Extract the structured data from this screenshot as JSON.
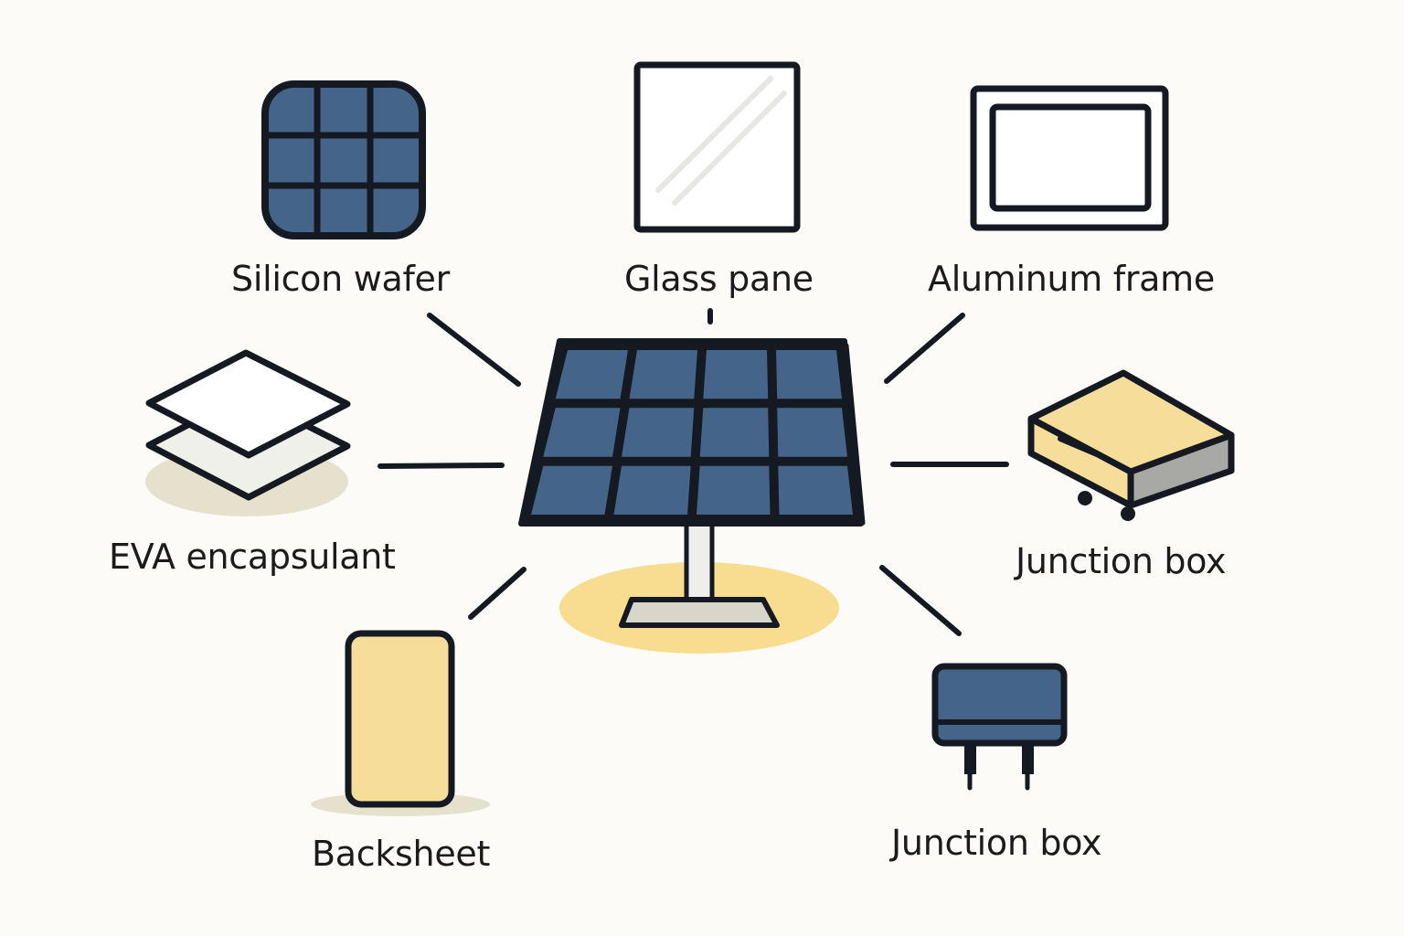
{
  "labels": {
    "silicon_wafer": "Silicon wafer",
    "glass_pane": "Glass pane",
    "aluminum_frame": "Aluminum frame",
    "eva_encapsulant": "EVA encapsulant",
    "junction_box_right": "Junction box",
    "backsheet": "Backsheet",
    "junction_box_bottom": "Junction box"
  },
  "icons": {
    "center": "solar-panel-icon",
    "silicon_wafer": "wafer-grid-icon",
    "glass_pane": "glass-pane-icon",
    "aluminum_frame": "frame-icon",
    "eva_encapsulant": "layered-sheets-icon",
    "junction_box_right": "box-icon",
    "backsheet": "sheet-icon",
    "junction_box_bottom": "connector-box-icon"
  },
  "colors": {
    "background": "#fcfbf7",
    "outline": "#151a22",
    "cell_blue": "#456489",
    "accent_yellow": "#f8dc90",
    "box_yellow": "#f6de9a",
    "sheet_grey": "#e9e8e0",
    "shadow": "#e6e1cc"
  }
}
